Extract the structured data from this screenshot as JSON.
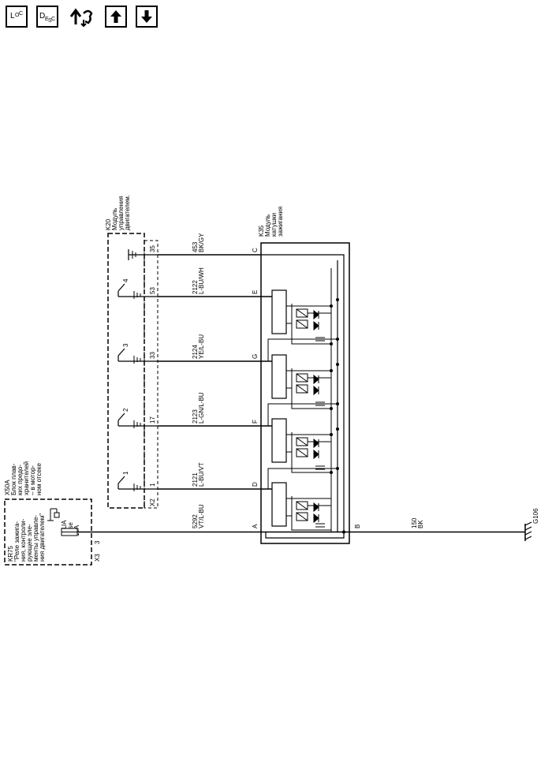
{
  "toolbar": {
    "loc": {
      "main": "L",
      "sub": "O",
      "sub2": "C"
    },
    "desc": {
      "main": "D",
      "sub": "E",
      "sub2": "S",
      "sub3": "C"
    }
  },
  "x50a": {
    "id": "X50A",
    "desc": [
      "Блок плав-",
      "ких предо-",
      "хранителей",
      "– в мотор-",
      "ном отсеке"
    ]
  },
  "kr75": {
    "id": "KR75",
    "desc": [
      "\"Реле зажига-",
      "ния, контроли-",
      "рующее эле-",
      "менты управле-",
      "ния двигателем\""
    ]
  },
  "fuse": {
    "id": "F4UA",
    "label": "Fuse",
    "rating": "15A"
  },
  "x3": {
    "conn": "X3",
    "pin": "3"
  },
  "k20": {
    "id": "K20",
    "desc": [
      "Модуль",
      "управления",
      "двигателем."
    ],
    "conn": "X2"
  },
  "k35": {
    "id": "K35",
    "desc": [
      "Модуль",
      "катушки",
      "зажигания"
    ]
  },
  "wires": [
    {
      "pin": "35",
      "circuit": "453",
      "color": "BK/GY",
      "k35_pin": "C"
    },
    {
      "pin": "53",
      "circuit": "2122",
      "color": "L-BU/WH",
      "k35_pin": "E",
      "switch": "4"
    },
    {
      "pin": "33",
      "circuit": "2124",
      "color": "YE/L-BU",
      "k35_pin": "G",
      "switch": "3"
    },
    {
      "pin": "17",
      "circuit": "2123",
      "color": "L-GN/L-BU",
      "k35_pin": "F",
      "switch": "2"
    },
    {
      "pin": "1",
      "circuit": "2121",
      "color": "L-BU/VT",
      "k35_pin": "D",
      "switch": "1"
    }
  ],
  "supply": {
    "circuit": "5292",
    "color": "VT/L-BU",
    "k35_pin": "A"
  },
  "ground": {
    "circuit": "150",
    "color": "BK",
    "k35_pin": "B",
    "id": "G106"
  }
}
